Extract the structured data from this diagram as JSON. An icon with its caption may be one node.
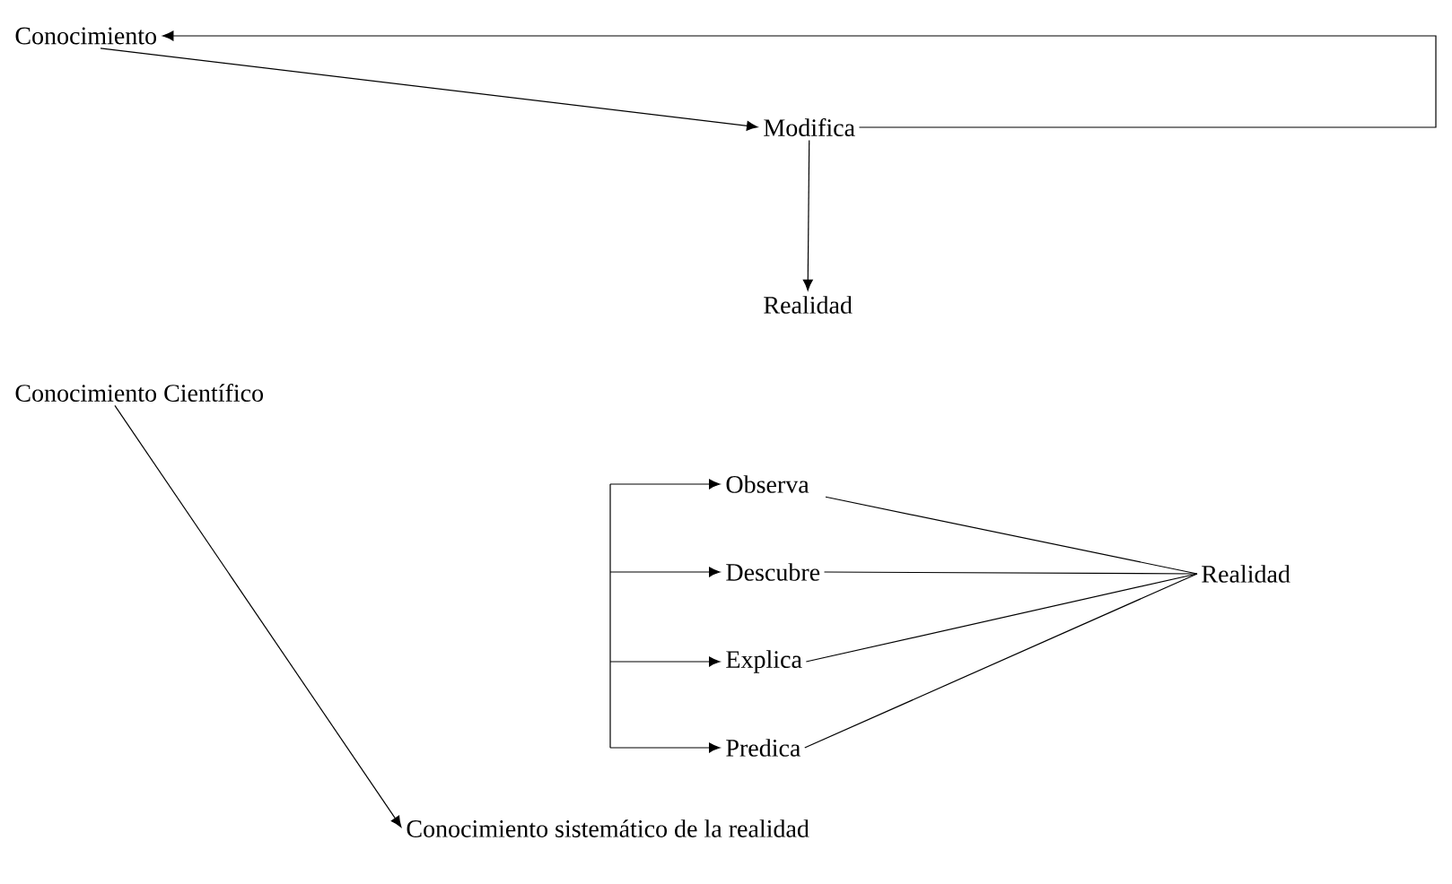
{
  "diagram": {
    "nodes": [
      {
        "text": [
          "Conocimiento"
        ]
      },
      {
        "text": [
          "Modifica"
        ]
      },
      {
        "text": [
          "Realidad"
        ]
      },
      {
        "text": [
          "Conocimiento Científico"
        ]
      },
      {
        "text": [
          "Observa"
        ]
      },
      {
        "text": [
          "Descubre"
        ]
      },
      {
        "text": [
          "Explica"
        ]
      },
      {
        "text": [
          "Predica"
        ]
      },
      {
        "text": [
          "Realidad"
        ]
      },
      {
        "text": [
          "Conocimiento sistemático de la realidad"
        ]
      }
    ],
    "edges": [
      {
        "from": 1,
        "to": 0,
        "arrow": "to"
      },
      {
        "from": 0,
        "to": 1,
        "arrow": "to"
      },
      {
        "from": 1,
        "to": 2,
        "arrow": "to"
      },
      {
        "from": 3,
        "to": 9,
        "arrow": "to"
      },
      {
        "from": null,
        "to": 4,
        "arrow": "to"
      },
      {
        "from": null,
        "to": 5,
        "arrow": "to"
      },
      {
        "from": null,
        "to": 6,
        "arrow": "to"
      },
      {
        "from": null,
        "to": 7,
        "arrow": "to"
      },
      {
        "from": 4,
        "to": 8,
        "arrow": "none"
      },
      {
        "from": 5,
        "to": 8,
        "arrow": "none"
      },
      {
        "from": 6,
        "to": 8,
        "arrow": "none"
      },
      {
        "from": 7,
        "to": 8,
        "arrow": "none"
      }
    ]
  }
}
